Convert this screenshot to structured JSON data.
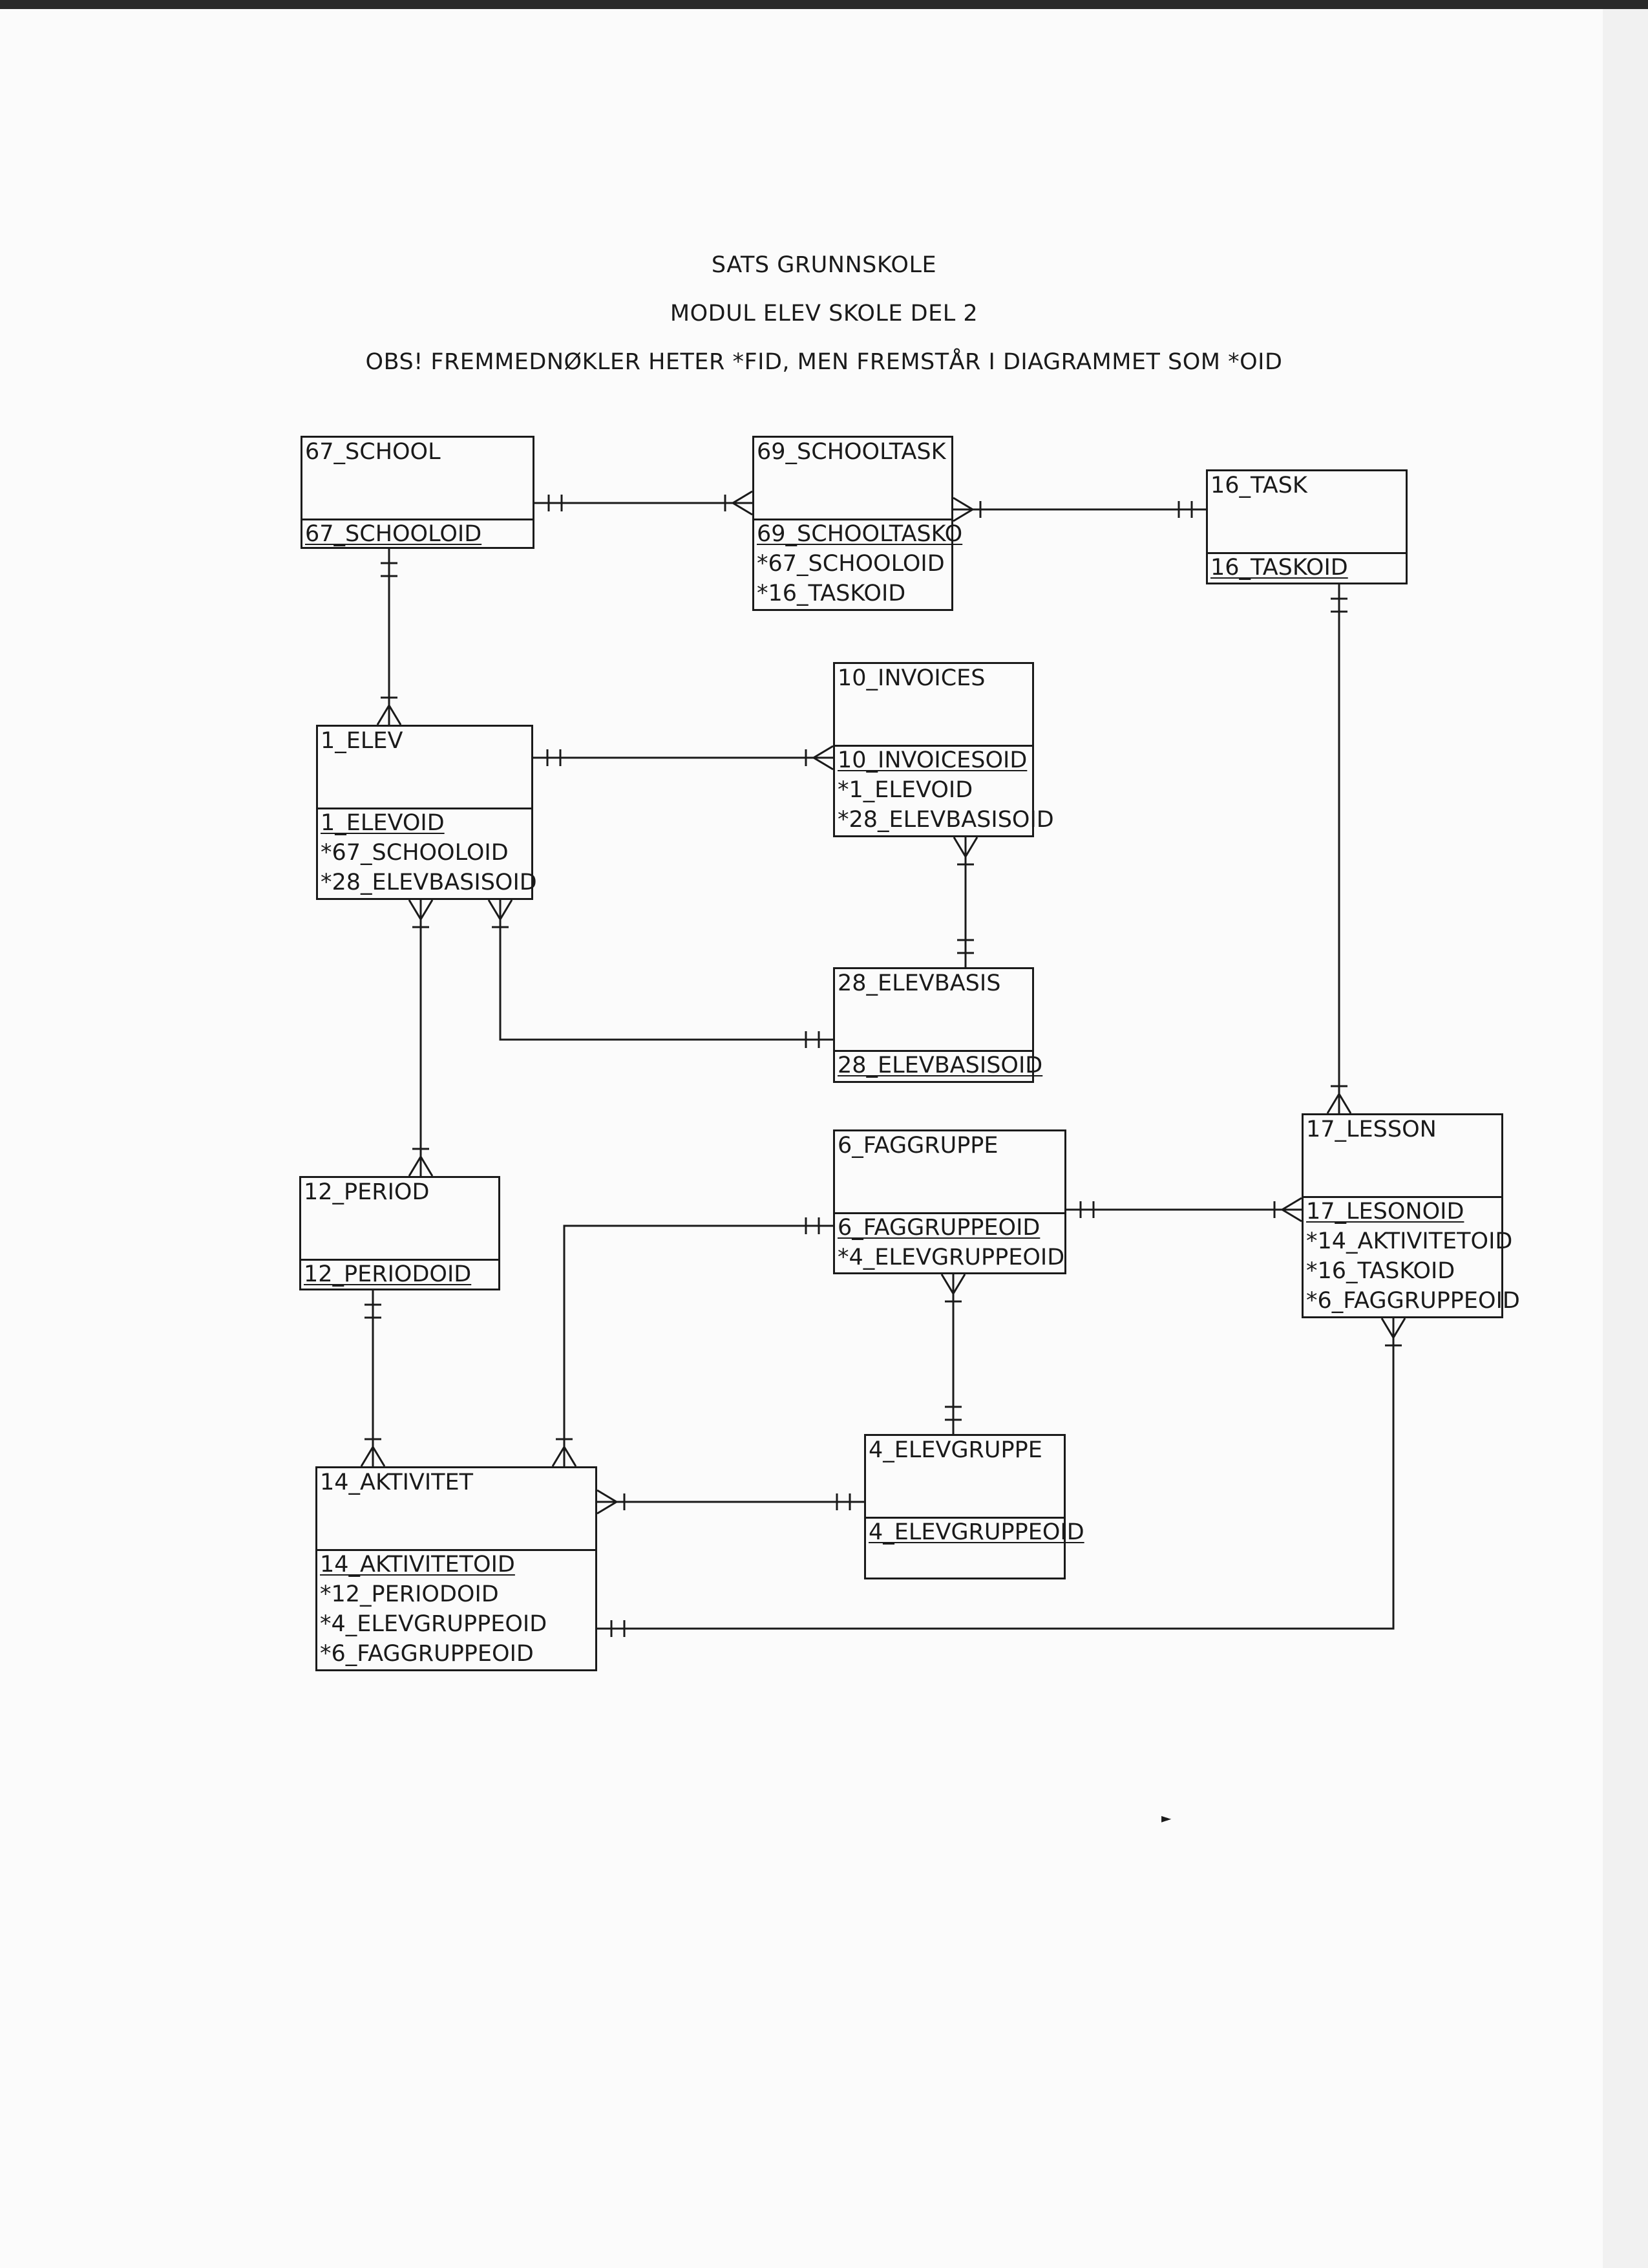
{
  "header": {
    "title": "SATS GRUNNSKOLE",
    "subtitle": "MODUL ELEV SKOLE DEL 2",
    "note": "OBS! FREMMEDNØKLER HETER *FID, MEN FREMSTÅR I DIAGRAMMET SOM *OID"
  },
  "entities": [
    {
      "id": "school",
      "name": "67_SCHOOL",
      "attrs": [
        "67_SCHOOLOID"
      ]
    },
    {
      "id": "schooltask",
      "name": "69_SCHOOLTASK",
      "attrs": [
        "69_SCHOOLTASKO",
        "*67_SCHOOLOID",
        "*16_TASKOID"
      ]
    },
    {
      "id": "task",
      "name": "16_TASK",
      "attrs": [
        "16_TASKOID"
      ]
    },
    {
      "id": "invoices",
      "name": "10_INVOICES",
      "attrs": [
        "10_INVOICESOID",
        "*1_ELEVOID",
        "*28_ELEVBASISOID"
      ]
    },
    {
      "id": "elev",
      "name": "1_ELEV",
      "attrs": [
        "1_ELEVOID",
        "*67_SCHOOLOID",
        "*28_ELEVBASISOID"
      ]
    },
    {
      "id": "elevbasis",
      "name": "28_ELEVBASIS",
      "attrs": [
        "28_ELEVBASISOID"
      ]
    },
    {
      "id": "faggruppe",
      "name": "6_FAGGRUPPE",
      "attrs": [
        "6_FAGGRUPPEOID",
        "*4_ELEVGRUPPEOID"
      ]
    },
    {
      "id": "lesson",
      "name": "17_LESSON",
      "attrs": [
        "17_LESONOID",
        "*14_AKTIVITETOID",
        "*16_TASKOID",
        "*6_FAGGRUPPEOID"
      ]
    },
    {
      "id": "period",
      "name": "12_PERIOD",
      "attrs": [
        "12_PERIODOID"
      ]
    },
    {
      "id": "elevgruppe",
      "name": "4_ELEVGRUPPE",
      "attrs": [
        "4_ELEVGRUPPEOID"
      ]
    },
    {
      "id": "aktivitet",
      "name": "14_AKTIVITET",
      "attrs": [
        "14_AKTIVITETOID",
        "*12_PERIODOID",
        "*4_ELEVGRUPPEOID",
        "*6_FAGGRUPPEOID"
      ]
    }
  ],
  "relationships": [
    {
      "from": "school",
      "to": "schooltask",
      "from_end": "one",
      "to_end": "many"
    },
    {
      "from": "schooltask",
      "to": "task",
      "from_end": "many",
      "to_end": "one"
    },
    {
      "from": "school",
      "to": "elev",
      "from_end": "one",
      "to_end": "many"
    },
    {
      "from": "task",
      "to": "lesson",
      "from_end": "one",
      "to_end": "many"
    },
    {
      "from": "elev",
      "to": "invoices",
      "from_end": "one",
      "to_end": "many"
    },
    {
      "from": "invoices",
      "to": "elevbasis",
      "from_end": "many",
      "to_end": "one"
    },
    {
      "from": "elev",
      "to": "elevbasis",
      "from_end": "many",
      "to_end": "one"
    },
    {
      "from": "elev",
      "to": "period",
      "from_end": "many",
      "to_end": "many"
    },
    {
      "from": "faggruppe",
      "to": "lesson",
      "from_end": "one",
      "to_end": "many"
    },
    {
      "from": "faggruppe",
      "to": "aktivitet",
      "from_end": "one",
      "to_end": "many"
    },
    {
      "from": "faggruppe",
      "to": "elevgruppe",
      "from_end": "many",
      "to_end": "one"
    },
    {
      "from": "period",
      "to": "aktivitet",
      "from_end": "one",
      "to_end": "many"
    },
    {
      "from": "aktivitet",
      "to": "elevgruppe",
      "from_end": "many",
      "to_end": "one"
    },
    {
      "from": "aktivitet",
      "to": "lesson",
      "from_end": "one",
      "to_end": "many"
    }
  ]
}
